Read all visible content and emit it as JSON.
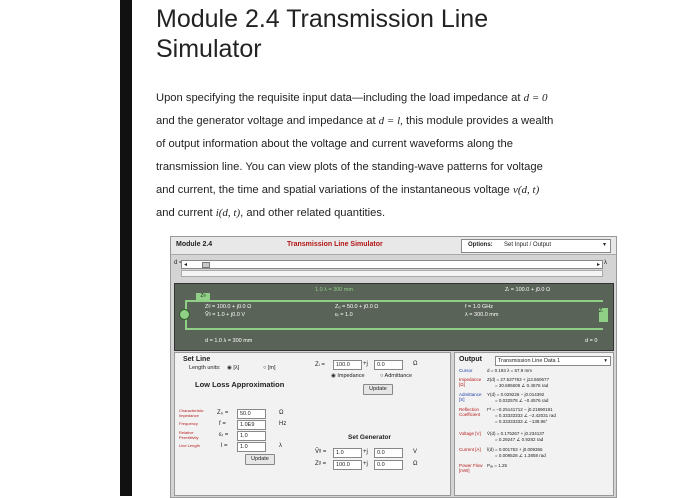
{
  "article": {
    "title_line1": "Module 2.4 Transmission Line",
    "title_line2": "Simulator",
    "para_lines": [
      "Upon specifying the requisite input data—including the load impedance at",
      "and the generator voltage and impedance at",
      "of output information about the voltage and current waveforms along the",
      "transmission line. You can view plots of the standing-wave patterns for voltage",
      "and current, the time and spatial variations of the instantaneous voltage",
      "and current",
      ", and other related quantities."
    ],
    "math": {
      "d0": "d = 0",
      "dl": "d = l,",
      "this_module": " this module provides a wealth",
      "v_dt": "v(d, t)",
      "i_dt": "i(d, t)"
    }
  },
  "simulator": {
    "module_label": "Module 2.4",
    "title": "Transmission Line Simulator",
    "options_label": "Options:",
    "options_value": "Set Input / Output",
    "d_label": "d =",
    "slider_end": "λ",
    "line": {
      "length_top": "1.0 λ = 300 mm",
      "zl_top": "Zₗ = 100.0 + j0.0 Ω",
      "zg": "Zᵍ = 100.0 + j0.0 Ω",
      "vg": "Ṽᵍ = 1.0 + j0.0 V",
      "z0": "Z₀ = 50.0 + j0.0 Ω",
      "er": "εᵣ = 1.0",
      "f": "f = 1.0 GHz",
      "lambda": "λ = 300.0 mm",
      "bottom_left": "d = 1.0 λ = 300 mm",
      "bottom_right": "d = 0",
      "zg_box": "Zᵍ",
      "zl_box": "Zₗ"
    },
    "setline": {
      "heading": "Set Line",
      "length_units": "Length units:",
      "unit_lambda": "[λ]",
      "unit_m": "[m]",
      "approx": "Low Loss Approximation",
      "rows": [
        {
          "label": "Characteristic Impedance",
          "sym": "Z₀ =",
          "value": "50.0",
          "unit": "Ω"
        },
        {
          "label": "Frequency",
          "sym": "f =",
          "value": "1.0E9",
          "unit": "Hz"
        },
        {
          "label": "Relative Permittivity",
          "sym": "εᵣ =",
          "value": "1.0",
          "unit": ""
        },
        {
          "label": "Line Length",
          "sym": "l =",
          "value": "1.0",
          "unit": "λ"
        }
      ],
      "update": "Update"
    },
    "load": {
      "sym": "Zₗ =",
      "re": "100.0",
      "im": "0.0",
      "j": "+j",
      "unit": "Ω",
      "opt_imp": "Impedance",
      "opt_adm": "Admittance",
      "update": "Update"
    },
    "generator": {
      "heading": "Set Generator",
      "v_sym": "Ṽᵍ =",
      "v_re": "1.0",
      "v_im": "0.0",
      "v_unit": "V",
      "z_sym": "Zᵍ =",
      "z_re": "100.0",
      "z_im": "0.0",
      "z_unit": "Ω",
      "j": "+j"
    },
    "output": {
      "heading": "Output",
      "select": "Transmission Line Data 1",
      "rows": [
        {
          "label": "Cursor",
          "lines": [
            "d = 0.193 λ = 57.9 mm"
          ]
        },
        {
          "label": "Impedance [Ω]",
          "lines": [
            "Z(d) = 27.537763 + j13.560677",
            "= 30.695608 ∠ 0.4576 rad"
          ]
        },
        {
          "label": "Admittance [S]",
          "lines": [
            "Y(d) = 0.029226 − j0.014392",
            "= 0.032578 ∠ −0.4576 rad"
          ]
        },
        {
          "label": "Reflection Coefficient",
          "lines": [
            "Γᵈ = −0.25141712 − j0.21890191",
            "= 0.33333333 ∠ −2.42031 rad",
            "= 0.33333333 ∠ −138.96°"
          ]
        },
        {
          "label": "Voltage [V]",
          "lines": [
            "Ṽ(d) = 0.175267 + j0.234137",
            "= 0.29247 ∠ 0.9282 rad"
          ]
        },
        {
          "label": "Current [A]",
          "lines": [
            "Ĩ(d) = 0.001753 + j0.009365",
            "= 0.009528 ∠ 1.3858 rad"
          ]
        },
        {
          "label": "Power Flow [mW]",
          "lines": [
            "Pₐᵥ = 1.25"
          ]
        }
      ]
    }
  }
}
